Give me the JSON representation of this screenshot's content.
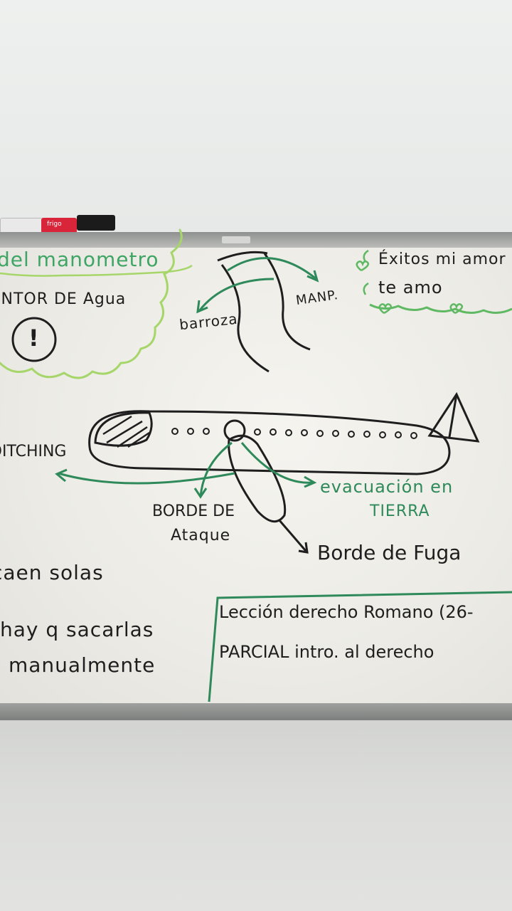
{
  "board": {
    "top_left_heading": "del manometro",
    "top_left_note": "INTOR DE Agua",
    "circle_symbol": "!",
    "label_barrozo": "barroza",
    "label_manp": "MANP.",
    "love_line1": "Éxitos mi amor",
    "love_line2": "te amo",
    "label_ditching": "DITCHING",
    "label_borde_ataque": "BORDE DE",
    "label_borde_ataque2": "Ataque",
    "label_evacuacion": "evacuación en",
    "label_tierra": "TIERRA",
    "label_borde_fuga": "Borde de Fuga",
    "note_caen": "caen solas",
    "note_hay": "hay q sacarlas",
    "note_manual": "manualmente",
    "todo_line1": "Lección derecho Romano (26-",
    "todo_line2": "PARCIAL intro. al derecho"
  },
  "marker_brand": "frigo",
  "colors": {
    "ink_black": "#1e1e1e",
    "ink_green": "#2e8a5a",
    "ink_lightgreen": "#5fb862"
  }
}
